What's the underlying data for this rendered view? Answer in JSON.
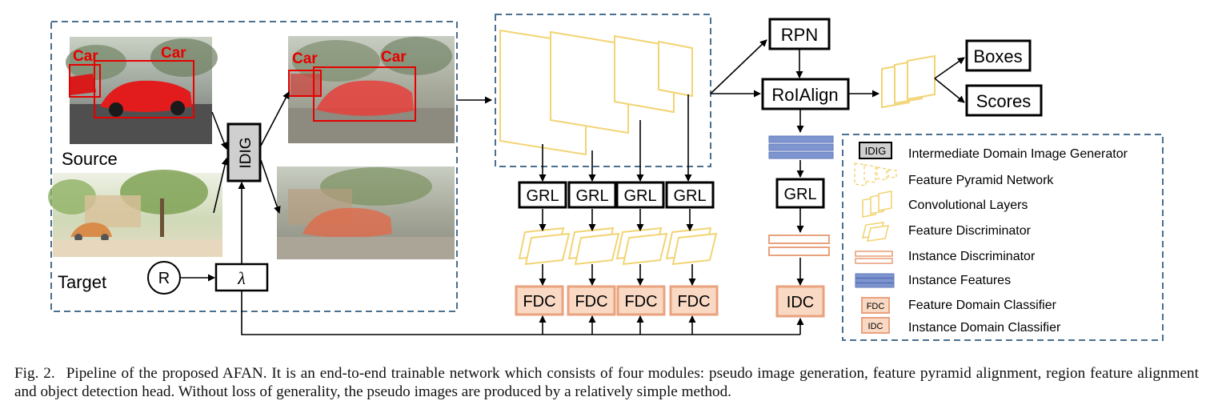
{
  "photos": {
    "source_labels": [
      "Car",
      "Car"
    ],
    "pseudo_labels": [
      "Car",
      "Car"
    ],
    "source": "Source",
    "target": "Target"
  },
  "blocks": {
    "idig": "IDIG",
    "r": "R",
    "lambda": "λ",
    "rpn": "RPN",
    "roialign": "RoIAlign",
    "boxes": "Boxes",
    "scores": "Scores",
    "grl": [
      "GRL",
      "GRL",
      "GRL",
      "GRL"
    ],
    "grl_instance": "GRL",
    "fdc": [
      "FDC",
      "FDC",
      "FDC",
      "FDC"
    ],
    "idc": "IDC"
  },
  "legend": {
    "items": [
      {
        "glyph": "IDIG",
        "label": "Intermediate Domain Image Generator"
      },
      {
        "glyph": "",
        "label": "Feature Pyramid Network"
      },
      {
        "glyph": "",
        "label": "Convolutional Layers"
      },
      {
        "glyph": "",
        "label": "Feature Discriminator"
      },
      {
        "glyph": "",
        "label": "Instance Discriminator"
      },
      {
        "glyph": "",
        "label": "Instance Features"
      },
      {
        "glyph": "FDC",
        "label": "Feature Domain Classifier"
      },
      {
        "glyph": "IDC",
        "label": "Instance Domain Classifier"
      }
    ]
  },
  "caption": {
    "label": "Fig. 2.",
    "text": "Pipeline of the proposed AFAN. It is an end-to-end trainable network which consists of four modules: pseudo image generation, feature pyramid alignment, region feature alignment and object detection head. Without loss of generality, the pseudo images are produced by a relatively simple method."
  },
  "colors": {
    "dashed_border": "#4a6f8f",
    "feature_yellow": "#f2d474",
    "fdc_fill": "#f9d9c4",
    "fdc_border": "#e9a27e",
    "instance_blue": "#7e95cf",
    "instance_discriminator": "#e9a27e",
    "car_red": "#e60000"
  }
}
